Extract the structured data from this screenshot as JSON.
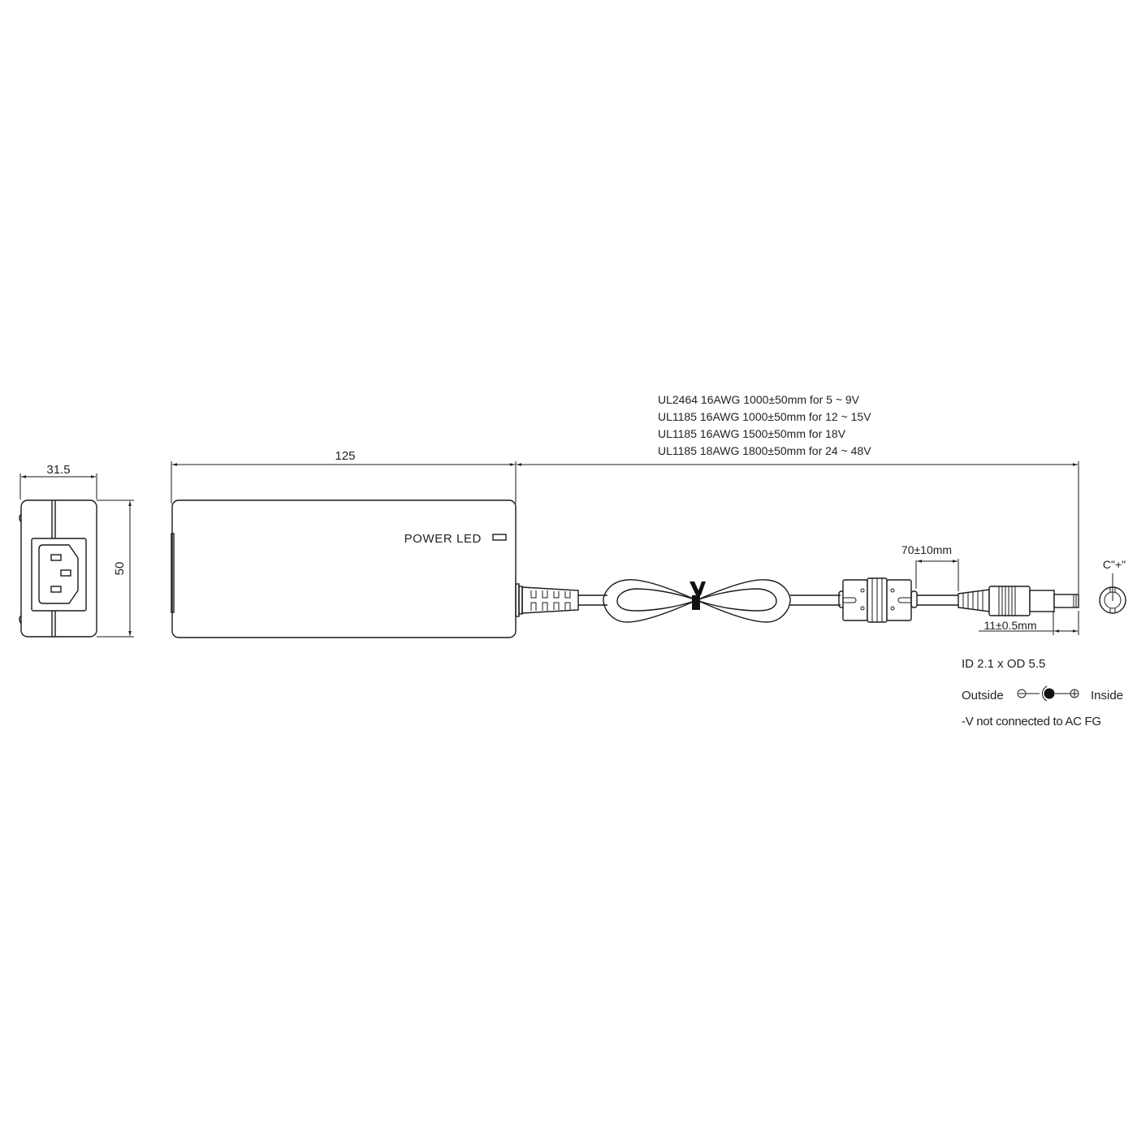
{
  "drawing": {
    "title": "Power adapter mechanical drawing",
    "line_color": "#1a1a1a",
    "text_color": "#222222"
  },
  "side_view": {
    "width_dim": "31.5",
    "height_dim": "50",
    "inlet_icon": "iec-c14-inlet"
  },
  "top_view": {
    "length_dim": "125",
    "led_label": "POWER LED"
  },
  "cable": {
    "specs": [
      "UL2464 16AWG 1000±50mm for 5 ~ 9V",
      "UL1185 16AWG 1000±50mm for 12 ~ 15V",
      "UL1185 16AWG 1500±50mm for 18V",
      "UL1185 18AWG 1800±50mm for 24 ~ 48V"
    ],
    "ferrite_dim": "70±10mm",
    "plug_dim": "11±0.5mm"
  },
  "plug": {
    "center_label": "C\"+\"",
    "size": "ID 2.1 x OD 5.5",
    "outside_label": "Outside",
    "inside_label": "Inside",
    "note": "-V not connected to AC FG"
  }
}
